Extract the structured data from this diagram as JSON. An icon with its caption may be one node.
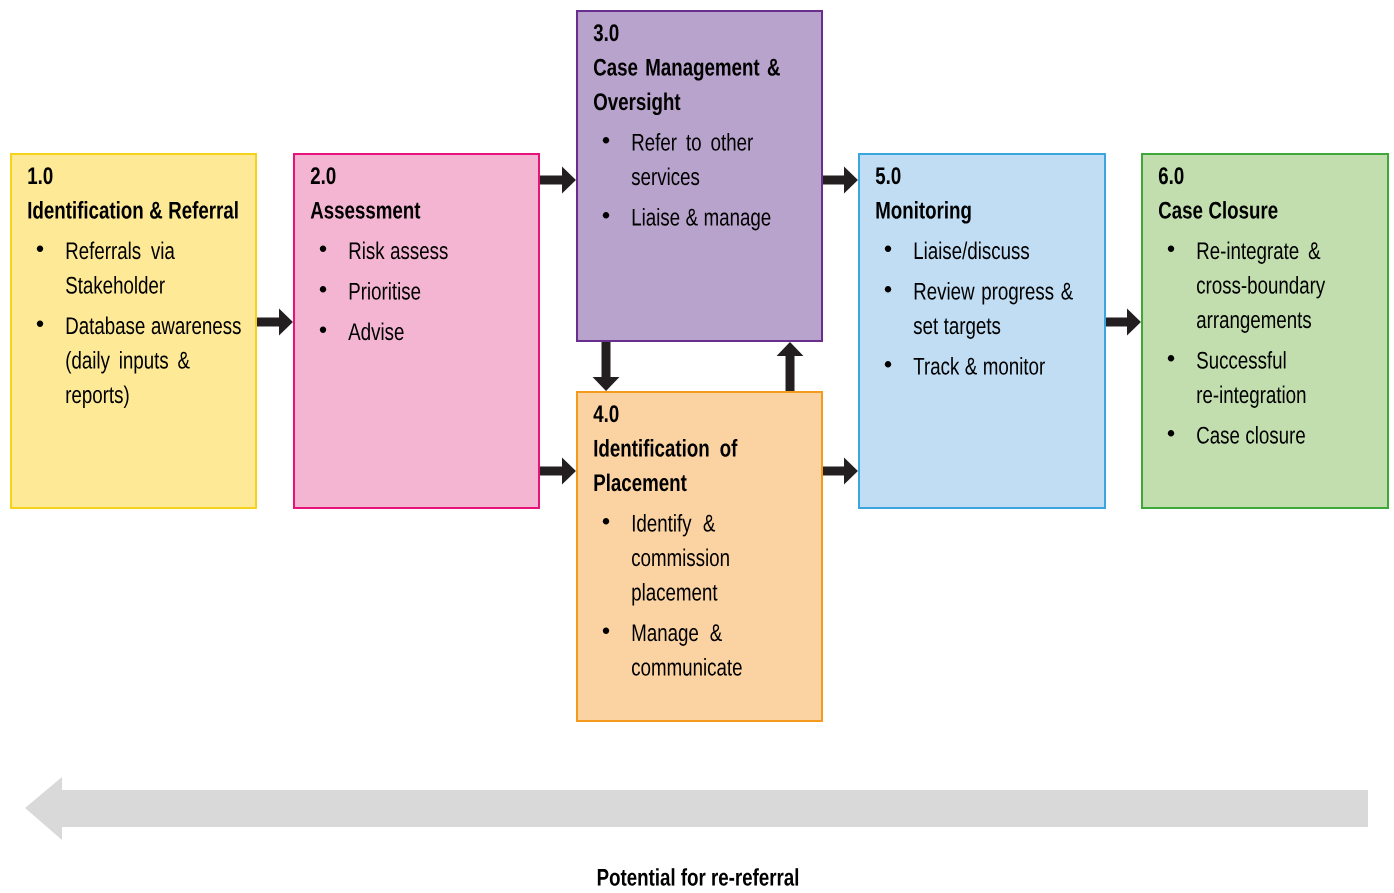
{
  "diagram": {
    "nodes": [
      {
        "text": [
          "1.0",
          "Identification & Referral",
          "Referrals via Stakeholder",
          "Database awareness (daily inputs & reports)"
        ]
      },
      {
        "text": [
          "2.0",
          "Assessment",
          "Risk assess",
          "Prioritise",
          "Advise"
        ]
      },
      {
        "text": [
          "3.0",
          "Case Management & Oversight",
          "Refer to other services",
          "Liaise & manage"
        ]
      },
      {
        "text": [
          "4.0",
          "Identification of Placement",
          "Identify  & commission placement",
          "Manage & communicate"
        ]
      },
      {
        "text": [
          "5.0",
          "Monitoring",
          "Liaise/discuss",
          "Review progress & set targets",
          "Track & monitor"
        ]
      },
      {
        "text": [
          "6.0",
          "Case Closure",
          "Re-integrate & cross-boundary arrangements",
          "Successful re-integration",
          "Case closure"
        ]
      }
    ],
    "edges": [
      {
        "from": 0,
        "to": 1,
        "arrow": "to"
      },
      {
        "from": 1,
        "to": 2,
        "arrow": "to"
      },
      {
        "from": 1,
        "to": 3,
        "arrow": "to"
      },
      {
        "from": 2,
        "to": 3,
        "arrow": "to"
      },
      {
        "from": 3,
        "to": 2,
        "arrow": "to"
      },
      {
        "from": 2,
        "to": 4,
        "arrow": "to"
      },
      {
        "from": 3,
        "to": 4,
        "arrow": "to"
      },
      {
        "from": 4,
        "to": 5,
        "arrow": "to"
      }
    ],
    "labels": [
      "Potential for re-referral"
    ]
  }
}
